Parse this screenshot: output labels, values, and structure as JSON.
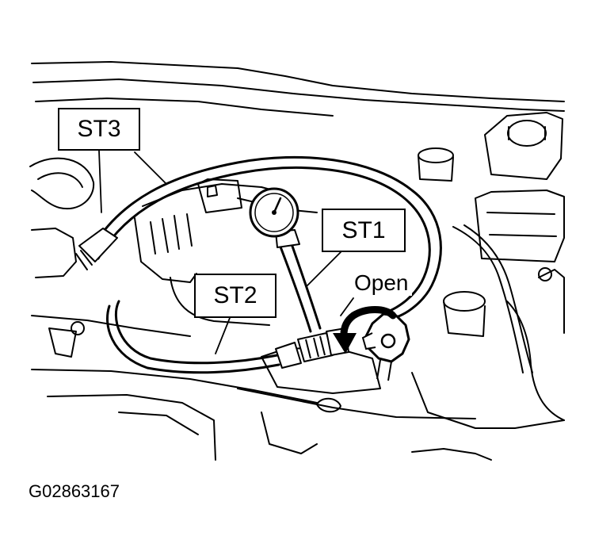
{
  "callouts": {
    "st3": "ST3",
    "st1": "ST1",
    "st2": "ST2"
  },
  "annotation": {
    "open": "Open"
  },
  "figure_id": "G02863167",
  "icons": [
    "pressure-gauge-icon",
    "valve-knob-icon",
    "rotation-arrow-icon"
  ],
  "colors": {
    "line": "#000000",
    "background": "#ffffff"
  }
}
